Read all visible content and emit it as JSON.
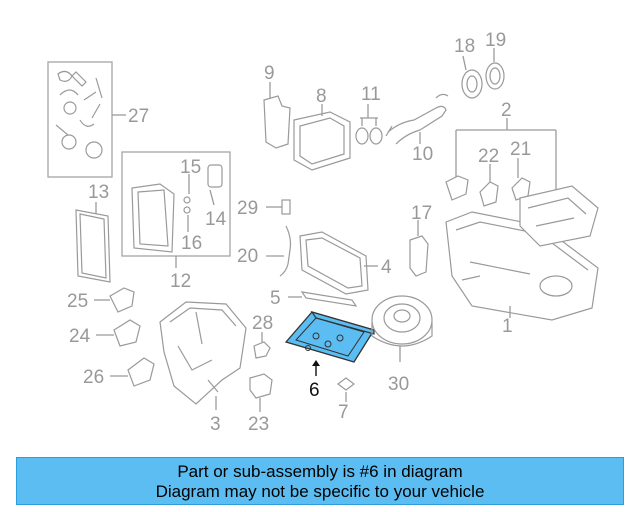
{
  "diagram": {
    "callouts": [
      "27",
      "13",
      "15",
      "12",
      "14",
      "16",
      "9",
      "8",
      "11",
      "10",
      "18",
      "19",
      "2",
      "22",
      "21",
      "17",
      "29",
      "20",
      "4",
      "5",
      "25",
      "24",
      "26",
      "28",
      "3",
      "23",
      "6",
      "7",
      "30",
      "1"
    ],
    "highlighted_part": "6",
    "highlight_color": "#5bbdf2"
  },
  "banner": {
    "line1": "Part or sub-assembly is #6 in diagram",
    "line2": "Diagram may not be specific to your vehicle",
    "background": "#5bbdf2"
  }
}
